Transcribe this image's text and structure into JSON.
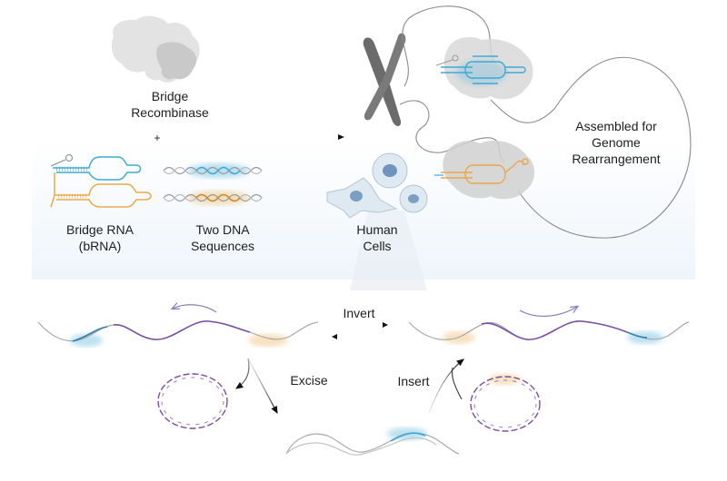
{
  "top_panel": {
    "recombinase": {
      "line1": "Bridge",
      "line2": "Recombinase"
    },
    "plus": "+",
    "bridge_rna": {
      "line1": "Bridge RNA",
      "line2": "(bRNA)"
    },
    "dna": {
      "line1": "Two DNA",
      "line2": "Sequences"
    },
    "cells": {
      "line1": "Human",
      "line2": "Cells"
    },
    "assembled": {
      "line1": "Assembled for",
      "line2": "Genome",
      "line3": "Rearrangement"
    }
  },
  "bottom_panel": {
    "invert": "Invert",
    "excise": "Excise",
    "insert": "Insert"
  },
  "colors": {
    "blue": "#3fa9d6",
    "orange": "#e8a94a",
    "purple": "#7a4fa3",
    "gray_dna": "#a9a9a9",
    "protein": "#d6d6d6",
    "cell": "#dfe9f2",
    "nucleus": "#7c9ec2"
  }
}
